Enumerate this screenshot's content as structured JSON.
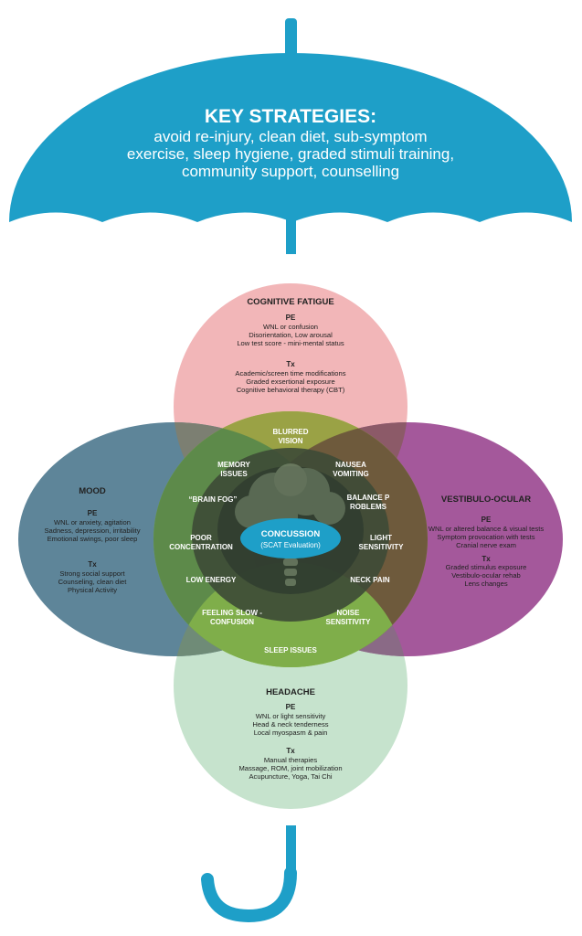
{
  "umbrella": {
    "title": "KEY STRATEGIES:",
    "lines": [
      "avoid re-injury, clean diet, sub-symptom",
      "exercise, sleep hygiene, graded stimuli training,",
      "community support, counselling"
    ],
    "color": "#1e9fc8"
  },
  "categories": {
    "cognitive": {
      "title": "COGNITIVE FATIGUE",
      "pe_label": "PE",
      "pe": [
        "WNL or confusion",
        "Disorientation, Low arousal",
        "Low test score - mini-mental status"
      ],
      "tx_label": "Tx",
      "tx": [
        "Academic/screen time modifications",
        "Graded exsertional exposure",
        "Cognitive behavioral therapy (CBT)"
      ],
      "color": "#f2b6b8"
    },
    "mood": {
      "title": "MOOD",
      "pe_label": "PE",
      "pe": [
        "WNL or anxiety, agitation",
        "Sadness, depression, irritability",
        "Emotional swings, poor sleep"
      ],
      "tx_label": "Tx",
      "tx": [
        "Strong social support",
        "Counseling, clean diet",
        "Physical Activity"
      ],
      "color": "#5a8196"
    },
    "vestibulo": {
      "title": "VESTIBULO-OCULAR",
      "pe_label": "PE",
      "pe": [
        "WNL or altered balance & visual tests",
        "Symptom provocation with tests",
        "Cranial nerve exam"
      ],
      "tx_label": "Tx",
      "tx": [
        "Graded stimulus exposure",
        "Vestibulo-ocular rehab",
        "Lens changes"
      ],
      "color": "#a2508f"
    },
    "headache": {
      "title": "HEADACHE",
      "pe_label": "PE",
      "pe": [
        "WNL or light sensitivity",
        "Head & neck tenderness",
        "Local myospasm & pain"
      ],
      "tx_label": "Tx",
      "tx": [
        "Manual therapies",
        "Massage, ROM, joint mobilization",
        "Acupuncture, Yoga, Tai Chi"
      ],
      "color": "#b5dcc0"
    }
  },
  "symptoms": {
    "blurred_vision": [
      "BLURRED",
      "VISION"
    ],
    "memory_issues": [
      "MEMORY",
      "ISSUES"
    ],
    "nausea_vomiting": [
      "NAUSEA",
      "VOMITING"
    ],
    "brain_fog": "“BRAIN FOG”",
    "balance_problems": [
      "BALANCE P",
      "ROBLEMS"
    ],
    "poor_concentration": [
      "POOR",
      "CONCENTRATION"
    ],
    "light_sensitivity": [
      "LIGHT",
      "SENSITIVITY"
    ],
    "low_energy": "LOW ENERGY",
    "neck_pain": "NECK PAIN",
    "feeling_slow": [
      "FEELING SLOW -",
      "CONFUSION"
    ],
    "noise_sensitivity": [
      "NOISE",
      "SENSITIVITY"
    ],
    "sleep_issues": "SLEEP ISSUES"
  },
  "center": {
    "title": "CONCUSSION",
    "subtitle": "(SCAT Evaluation)",
    "color": "#1e9fc8"
  },
  "overlap_colors": {
    "green_zone": "#8cc640",
    "dark_core": "#2e3b2e"
  }
}
